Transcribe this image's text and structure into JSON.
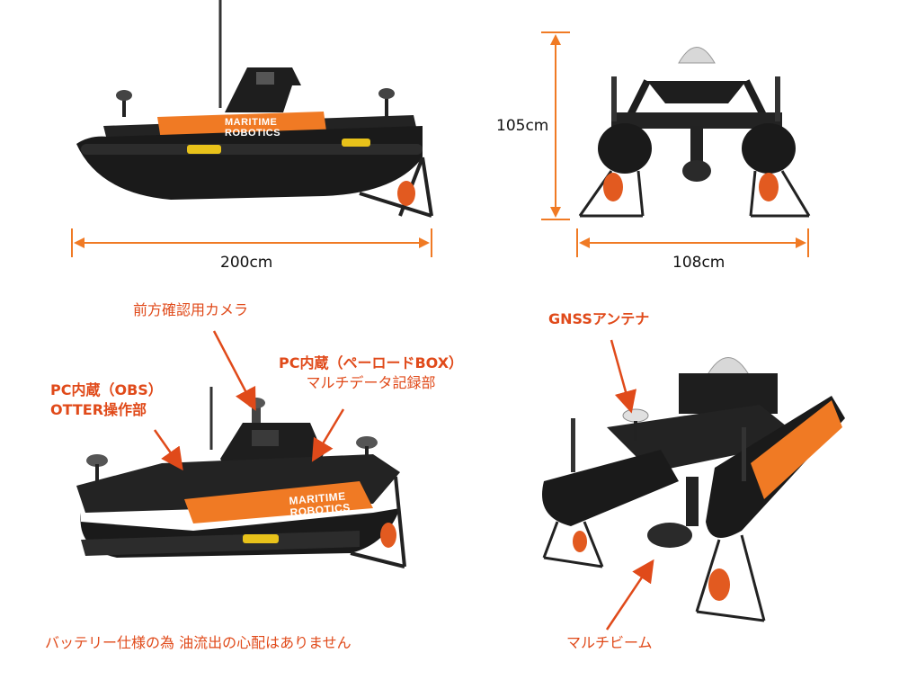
{
  "colors": {
    "hull": "#1a1a1a",
    "hull_edge": "#2c2c2c",
    "deck": "#232323",
    "orange": "#f07a24",
    "fender_yellow": "#e8c21a",
    "dimension": "#f07a24",
    "callout": "#e04a1a"
  },
  "branding": {
    "logo_line1": "MARITIME",
    "logo_line2": "ROBOTICS"
  },
  "dimensions": {
    "length": "200cm",
    "height": "105cm",
    "width": "108cm"
  },
  "callouts": {
    "front_camera": "前方確認用カメラ",
    "pc_payload_line1": "PC内蔵（ペーロードBOX）",
    "pc_payload_line2": "マルチデータ記録部",
    "pc_obs_line1": "PC内蔵（OBS）",
    "pc_obs_line2": "OTTER操作部",
    "gnss": "GNSSアンテナ",
    "multibeam": "マルチビーム",
    "battery_note": "バッテリー仕様の為 油流出の心配はありません"
  }
}
